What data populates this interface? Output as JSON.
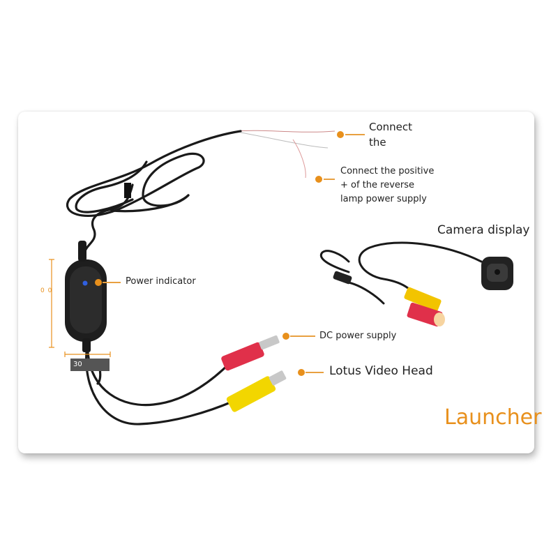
{
  "labels": {
    "connect_line1": "Connect",
    "connect_line2": "the",
    "positive_line1": "Connect the positive",
    "positive_line2": "+ of the reverse",
    "positive_line3": "lamp power supply",
    "camera_display": "Camera display",
    "power_indicator": "Power indicator",
    "dc_power": "DC power supply",
    "lotus_video": "Lotus Video Head",
    "launcher": "Launcher"
  },
  "dimensions": {
    "width_tag": "30",
    "height_tag": "0 0"
  },
  "colors": {
    "accent": "#e8901c",
    "cable": "#1a1a1a",
    "red_plug": "#e0304a",
    "yellow_plug": "#f2d600"
  }
}
